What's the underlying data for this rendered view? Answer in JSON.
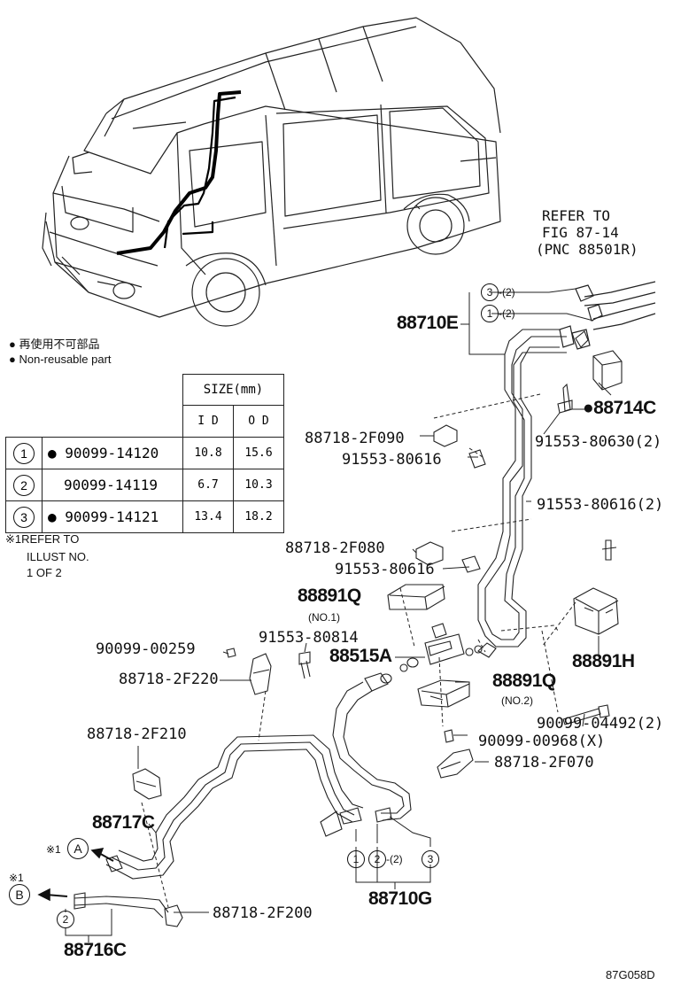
{
  "legend": {
    "jp": "再使用不可部品",
    "en": "Non-reusable part",
    "bullet": "●"
  },
  "size_table": {
    "header": "SIZE(mm)",
    "col_id": "I D",
    "col_od": "O D",
    "rows": [
      {
        "ref": "1",
        "mark": "●",
        "part": "90099-14120",
        "id": "10.8",
        "od": "15.6"
      },
      {
        "ref": "2",
        "mark": "",
        "part": "90099-14119",
        "id": "6.7",
        "od": "10.3"
      },
      {
        "ref": "3",
        "mark": "●",
        "part": "90099-14121",
        "id": "13.4",
        "od": "18.2"
      }
    ]
  },
  "note": {
    "line1": "※1REFER TO",
    "line2": "ILLUST NO.",
    "line3": "1 OF 2"
  },
  "refer": {
    "line1": "REFER TO",
    "line2": "FIG 87-14",
    "line3": "(PNC 88501R)"
  },
  "callouts": {
    "c3_top": "3",
    "c3_top_qty": "-(2)",
    "c1_top": "1",
    "c1_top_qty": "-(2)",
    "c1_bot": "1",
    "c2_bot": "2",
    "c2_bot_qty": "-(2)",
    "c3_bot": "3",
    "c2_left": "2",
    "cA": "A",
    "cB": "B",
    "xA": "※1",
    "xB": "※1"
  },
  "parts": {
    "p88710E": "88710E",
    "p88714C": "●88714C",
    "p91553_80630": "91553-80630(2)",
    "p88718_2F090": "88718-2F090",
    "p91553_80616_a": "91553-80616",
    "p91553_80616_2": "91553-80616(2)",
    "p88718_2F080": "88718-2F080",
    "p91553_80616_b": "91553-80616",
    "p88891Q_1": "88891Q",
    "p88891Q_1_no": "(NO.1)",
    "p88891H": "88891H",
    "p90099_00259": "90099-00259",
    "p91553_80814": "91553-80814",
    "p88515A": "88515A",
    "p88718_2F220": "88718-2F220",
    "p88891Q_2": "88891Q",
    "p88891Q_2_no": "(NO.2)",
    "p90099_04492": "90099-04492(2)",
    "p90099_00968": "90099-00968(X)",
    "p88718_2F210": "88718-2F210",
    "p88718_2F070": "88718-2F070",
    "p88717C": "88717C",
    "p88718_2F200": "88718-2F200",
    "p88710G": "88710G",
    "p88716C": "88716C"
  },
  "figure_id": "87G058D"
}
